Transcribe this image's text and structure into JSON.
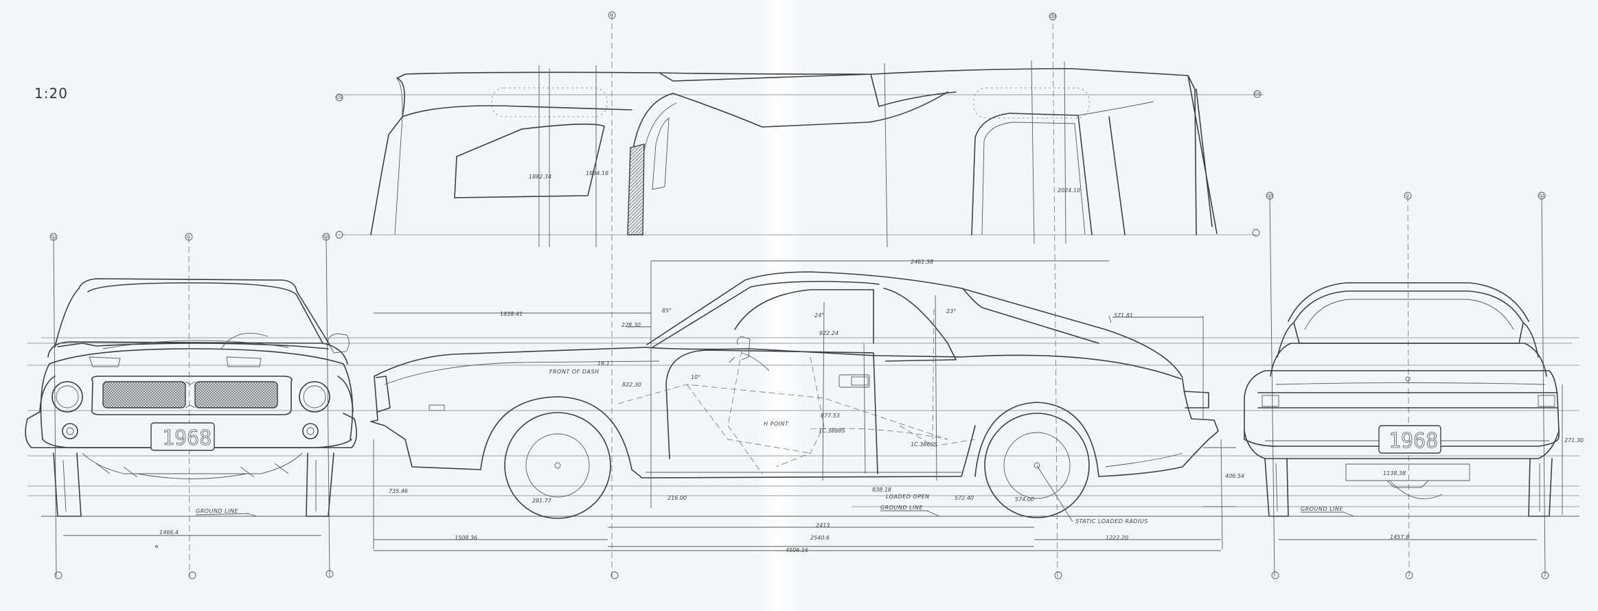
{
  "sheet": {
    "scale": "1:20"
  },
  "plates": {
    "front": "1968",
    "rear": "1968"
  },
  "labels": {
    "ground_front": "GROUND LINE",
    "ground_side": "GROUND LINE",
    "ground_rear": "GROUND LINE",
    "front_of_dash": "FRONT OF DASH",
    "static_loaded_radius": "STATIC LOADED RADIUS",
    "h_point": "H POINT"
  },
  "dims": {
    "top_1": "1882.34",
    "top_2": "1834.18",
    "top_3": "2024.10",
    "front_track": "1466.4",
    "front_h": "735.46",
    "side_wb": "2461.38",
    "side_fo": "1838.41",
    "side_l1": "228.30",
    "side_l2": "822.30",
    "side_l3": "922.24",
    "side_r1": "571.81",
    "side_h1": "281.77",
    "side_h2": "216.00",
    "side_h3": "572.40",
    "side_h4": "574.00",
    "side_h5": "406.54",
    "side_b1": "1508.36",
    "side_b2": "2540.6",
    "side_b3": "1222.20",
    "side_total": "4506.16",
    "side_wb2": "2413",
    "side_open": "838.18",
    "side_open_note": "LOADED OPEN",
    "angle_1": "85°",
    "angle_2": "24°",
    "angle_3": "23°",
    "angle_4": "10°",
    "angle_5": "16.1",
    "side_m1": "877.53",
    "side_m2": "1C.3888S",
    "side_m3": "1C.3866S",
    "rear_track": "1457.8",
    "rear_h": "1138.38",
    "rear_side": "271.30"
  },
  "markers": {
    "fr_l": "O1",
    "fr_c": "O",
    "fr_r": "O5",
    "sv_l": "O",
    "sv_c": "O3",
    "sv_r": "O5",
    "rr_l": "O5",
    "rr_c": "O",
    "rr_r": "O1",
    "tp_l": "O5",
    "tp_r": "O5",
    "tp_tl": "O",
    "tp_tr": "O3"
  }
}
